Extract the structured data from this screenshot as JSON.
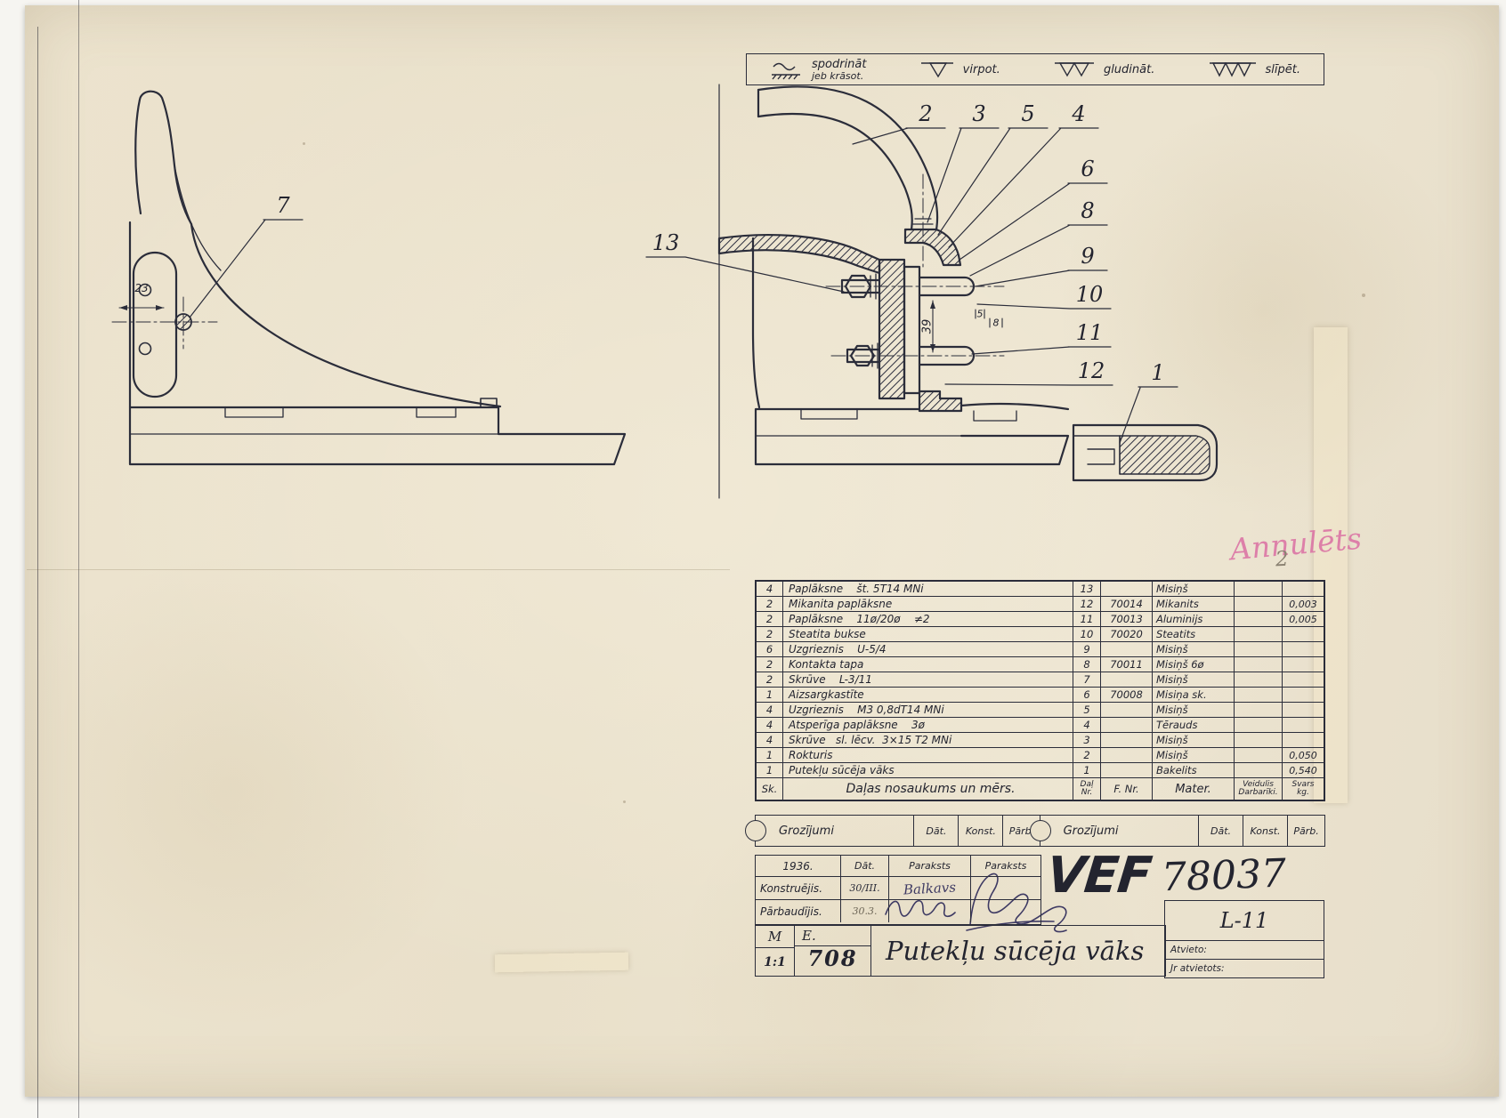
{
  "legend": {
    "items": [
      {
        "label": "spodrināt",
        "sublabel": "jeb krāsot."
      },
      {
        "label": "virpot.",
        "sublabel": ""
      },
      {
        "label": "gludināt.",
        "sublabel": ""
      },
      {
        "label": "slīpēt.",
        "sublabel": ""
      }
    ]
  },
  "left_view": {
    "callout": "7",
    "dim_width": "23"
  },
  "right_view": {
    "callouts": {
      "c1": "1",
      "c2": "2",
      "c3": "3",
      "c4": "4",
      "c5": "5",
      "c6": "6",
      "c8": "8",
      "c9": "9",
      "c10": "10",
      "c11": "11",
      "c12": "12",
      "c13": "13"
    },
    "dims": {
      "height": "39",
      "gap_top": "5",
      "gap_bottom": "8"
    }
  },
  "handwritten": {
    "cancel_note": "Annulēts",
    "cancel_number": "2"
  },
  "bom": {
    "left_rows": [
      {
        "qty": "4",
        "name": "Paplāksne    št. 5T14 MNi"
      },
      {
        "qty": "2",
        "name": "Mikanita paplāksne"
      },
      {
        "qty": "2",
        "name": "Paplāksne    11ø/20ø    ≠2"
      },
      {
        "qty": "2",
        "name": "Steatita bukse"
      },
      {
        "qty": "6",
        "name": "Uzgrieznis    U-5/4"
      },
      {
        "qty": "2",
        "name": "Kontakta tapa"
      },
      {
        "qty": "2",
        "name": "Skrūve    L-3/11"
      },
      {
        "qty": "1",
        "name": "Aizsargkastīte"
      },
      {
        "qty": "4",
        "name": "Uzgrieznis    M3 0,8dT14 MNi"
      },
      {
        "qty": "4",
        "name": "Atsperīga paplāksne    3ø"
      },
      {
        "qty": "4",
        "name": "Skrūve   sl. lēcv.  3×15 T2 MNi"
      },
      {
        "qty": "1",
        "name": "Rokturis"
      },
      {
        "qty": "1",
        "name": "Putekļu sūcēja vāks"
      }
    ],
    "left_footer": {
      "sk": "Sk.",
      "title": "Daļas nosaukums un mērs."
    },
    "right_rows": [
      {
        "nr": "13",
        "fnr": "",
        "mater": "Misiņš",
        "veid": "",
        "svars": ""
      },
      {
        "nr": "12",
        "fnr": "70014",
        "mater": "Mikanits",
        "veid": "",
        "svars": "0,003"
      },
      {
        "nr": "11",
        "fnr": "70013",
        "mater": "Aluminijs",
        "veid": "",
        "svars": "0,005"
      },
      {
        "nr": "10",
        "fnr": "70020",
        "mater": "Steatits",
        "veid": "",
        "svars": ""
      },
      {
        "nr": "9",
        "fnr": "",
        "mater": "Misiņš",
        "veid": "",
        "svars": ""
      },
      {
        "nr": "8",
        "fnr": "70011",
        "mater": "Misiņš 6ø",
        "veid": "",
        "svars": ""
      },
      {
        "nr": "7",
        "fnr": "",
        "mater": "Misiņš",
        "veid": "",
        "svars": ""
      },
      {
        "nr": "6",
        "fnr": "70008",
        "mater": "Misiņa sk.",
        "veid": "",
        "svars": ""
      },
      {
        "nr": "5",
        "fnr": "",
        "mater": "Misiņš",
        "veid": "",
        "svars": ""
      },
      {
        "nr": "4",
        "fnr": "",
        "mater": "Tērauds",
        "veid": "",
        "svars": ""
      },
      {
        "nr": "3",
        "fnr": "",
        "mater": "Misiņš",
        "veid": "",
        "svars": ""
      },
      {
        "nr": "2",
        "fnr": "",
        "mater": "Misiņš",
        "veid": "",
        "svars": "0,050"
      },
      {
        "nr": "1",
        "fnr": "",
        "mater": "Bakelits",
        "veid": "",
        "svars": "0,540"
      }
    ],
    "right_footer": {
      "dal_line1": "Daļ",
      "dal_line2": "Nr.",
      "fnr": "F. Nr.",
      "mater": "Mater.",
      "veid_line1": "Veidulis",
      "veid_line2": "Darbarīki.",
      "svars_line1": "Svars",
      "svars_line2": "kg."
    }
  },
  "revision": {
    "grozijumi": "Grozījumi",
    "dat": "Dāt.",
    "konst": "Konst.",
    "parb": "Pārb."
  },
  "signoff": {
    "year": "1936.",
    "dat": "Dāt.",
    "paraksts1": "Paraksts",
    "paraksts2": "Paraksts",
    "konstruejis": "Konstruējis.",
    "konstr_date": "30/III.",
    "konstr_sig": "Balkavs",
    "parbaudijis": "Pārbaudījis.",
    "parb_date": "30.3."
  },
  "title_block": {
    "brand": "VEF",
    "drawing_number": "78037",
    "scale_label": "M",
    "scale": "1:1",
    "e_label": "E.",
    "e_number": "708",
    "title": "Putekļu sūcēja vāks",
    "sheet": "L-11",
    "atvieto": "Atvieto:",
    "jr_atvietots": "Jr atvietots:"
  }
}
